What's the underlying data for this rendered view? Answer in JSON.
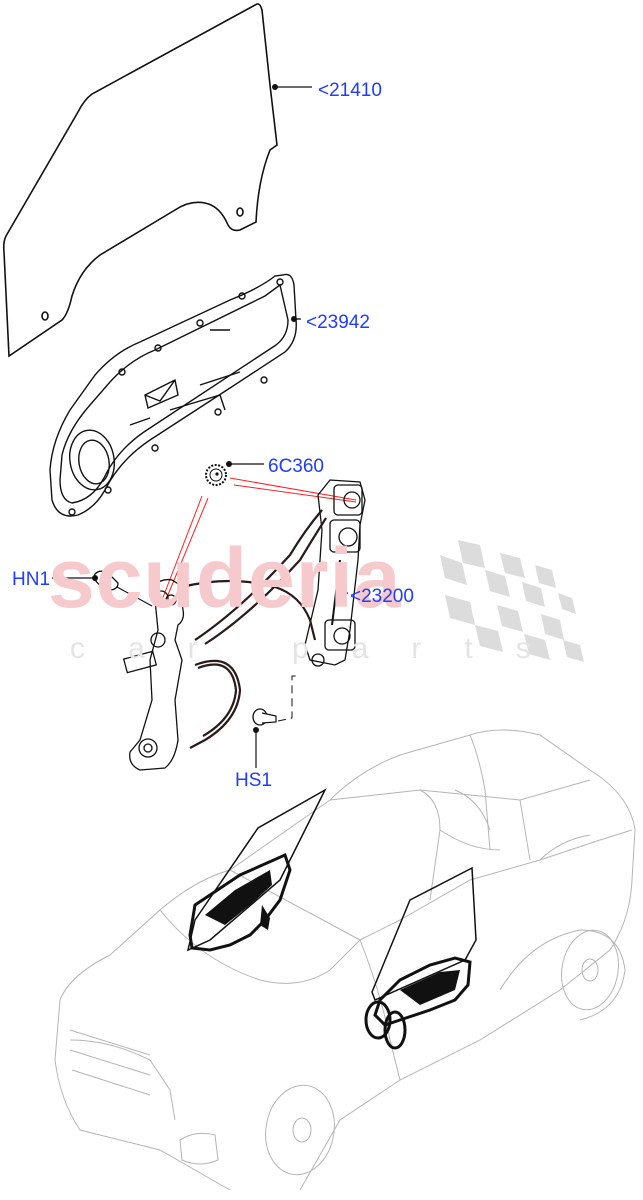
{
  "diagram": {
    "type": "exploded-parts-diagram",
    "subject": "Front door window glass, door module and window regulator with vehicle locator view",
    "callouts": [
      {
        "id": "glass",
        "label": "<21410",
        "part": "door window glass"
      },
      {
        "id": "module",
        "label": "<23942",
        "part": "door inner module / carrier panel"
      },
      {
        "id": "gear",
        "label": "6C360",
        "part": "regulator drive gear"
      },
      {
        "id": "nut",
        "label": "HN1",
        "part": "fixing nut"
      },
      {
        "id": "regulator",
        "label": "<23200",
        "part": "window regulator"
      },
      {
        "id": "screw",
        "label": "HS1",
        "part": "fixing screw"
      }
    ],
    "watermark": {
      "main": "scuderia",
      "sub": "car parts",
      "main_color": "#f6c9cc",
      "sub_color": "#e4e4e4"
    },
    "colors": {
      "callout_text": "#1f3cff",
      "line_art": "#111111",
      "vehicle_outline": "#b5b5b5",
      "reference_lines": "#ff2020"
    }
  }
}
